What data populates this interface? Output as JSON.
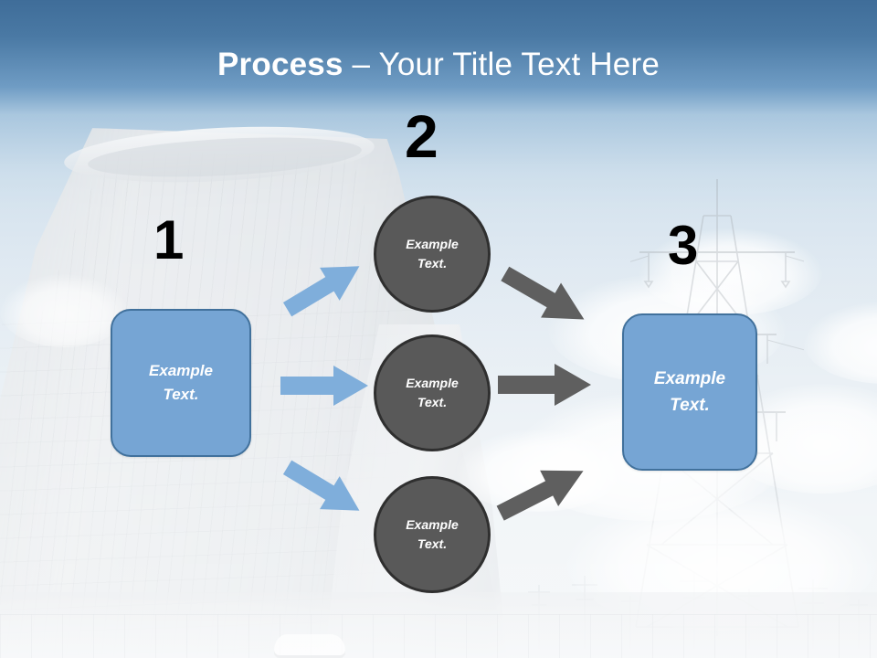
{
  "slide": {
    "title": {
      "bold_part": "Process",
      "rest_part": " – Your Title Text Here"
    },
    "background": {
      "description": "power-plant-photo",
      "sky_top_color": "#3F6D99",
      "sky_bottom_color": "#EAEFF3"
    },
    "theme": {
      "blue_fill": "#76A5D4",
      "blue_border": "#41719C",
      "gray_fill": "#595959",
      "gray_border": "#2F2F2F",
      "blue_arrow": "#7FAEDB",
      "gray_arrow": "#5F5F5F",
      "number_color": "#000000",
      "title_color": "#FFFFFF"
    },
    "steps": [
      {
        "number": "1",
        "shape": "rounded-rectangle",
        "label_line1": "Example",
        "label_line2": "Text."
      },
      {
        "number": "2",
        "shape": "circle",
        "items": [
          {
            "label_line1": "Example",
            "label_line2": "Text."
          },
          {
            "label_line1": "Example",
            "label_line2": "Text."
          },
          {
            "label_line1": "Example",
            "label_line2": "Text."
          }
        ]
      },
      {
        "number": "3",
        "shape": "rounded-rectangle",
        "label_line1": "Example",
        "label_line2": "Text."
      }
    ],
    "connectors": {
      "stage1_to_stage2": [
        {
          "name": "blue-arrow-up",
          "direction": "up-right",
          "color": "#7FAEDB"
        },
        {
          "name": "blue-arrow-straight",
          "direction": "right",
          "color": "#7FAEDB"
        },
        {
          "name": "blue-arrow-down",
          "direction": "down-right",
          "color": "#7FAEDB"
        }
      ],
      "stage2_to_stage3": [
        {
          "name": "gray-arrow-down",
          "direction": "down-right",
          "color": "#5F5F5F"
        },
        {
          "name": "gray-arrow-straight",
          "direction": "right",
          "color": "#5F5F5F"
        },
        {
          "name": "gray-arrow-up",
          "direction": "up-right",
          "color": "#5F5F5F"
        }
      ]
    }
  }
}
